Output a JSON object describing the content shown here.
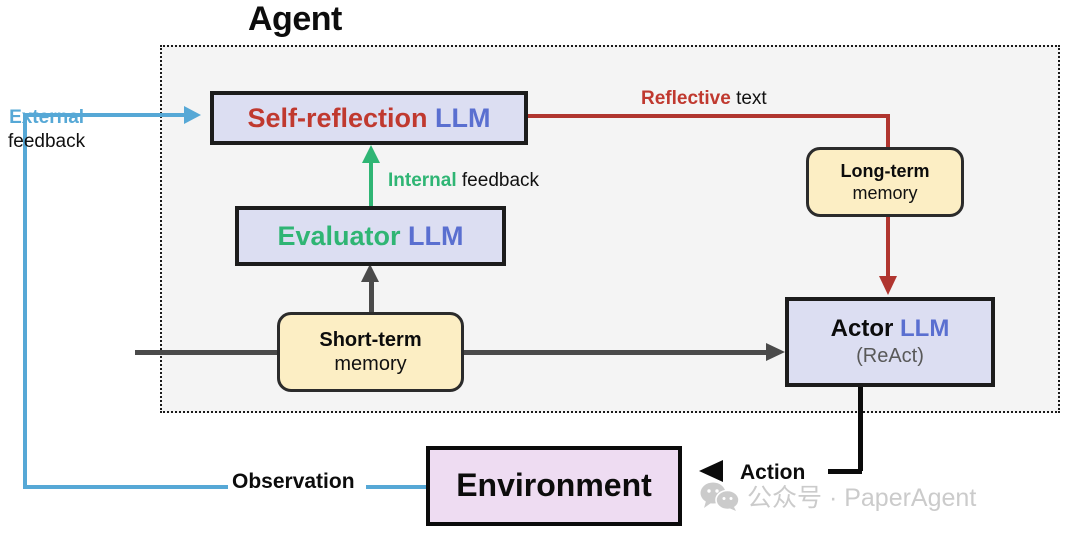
{
  "diagram": {
    "title": "Agent",
    "nodes": {
      "self_reflection": {
        "primary": "Self-reflection",
        "secondary": "LLM"
      },
      "evaluator": {
        "primary": "Evaluator",
        "secondary": "LLM"
      },
      "short_term": {
        "primary": "Short-term",
        "secondary": "memory"
      },
      "long_term": {
        "primary": "Long-term",
        "secondary": "memory"
      },
      "actor": {
        "primary": "Actor",
        "secondary": "LLM",
        "tertiary": "(ReAct)"
      },
      "environment": {
        "primary": "Environment"
      }
    },
    "edges": {
      "external_feedback": {
        "emphasis": "External",
        "rest": "feedback"
      },
      "internal_feedback": {
        "emphasis": "Internal",
        "rest": "feedback"
      },
      "reflective_text": {
        "emphasis": "Reflective",
        "rest": "text"
      },
      "observation": {
        "label": "Observation"
      },
      "action": {
        "label": "Action"
      }
    },
    "colors": {
      "red": "#c0392f",
      "blue": "#5a6fd0",
      "green": "#2fb574",
      "sky": "#56a8d6",
      "dark_gray": "#4a4a4a",
      "black": "#111111",
      "llm_fill": "#dcdef2",
      "memory_fill": "#fceec4",
      "env_fill": "#eedcf2",
      "agent_fill": "#f4f4f4"
    }
  },
  "watermark": {
    "text": "公众号 · PaperAgent"
  }
}
